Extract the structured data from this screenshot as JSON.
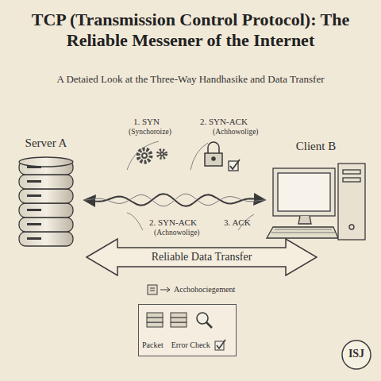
{
  "diagram": {
    "title": "TCP (Transmission Control Protocol): The Reliable Messener of the Internet",
    "caption": "A Detaied Look at the Three-Way Handhasike and Data Transfer",
    "nodes": [
      {
        "text": [
          "Server A"
        ]
      },
      {
        "text": [
          "Client B"
        ]
      },
      {
        "text": [
          "Reliable Data Transfer"
        ]
      },
      {
        "text": [
          "Packet",
          "Error Check"
        ]
      }
    ],
    "edges": [
      {
        "from": 0,
        "to": 1,
        "arrow": "both"
      }
    ],
    "labels": [
      "1. SYN",
      "(Synchoroize)",
      "2. SYN-ACK",
      "(Achhowolige)",
      "2. SYN-ACK",
      "(Achnowolige)",
      "3. ACK",
      "Acchohociegement",
      "ISJ"
    ]
  }
}
